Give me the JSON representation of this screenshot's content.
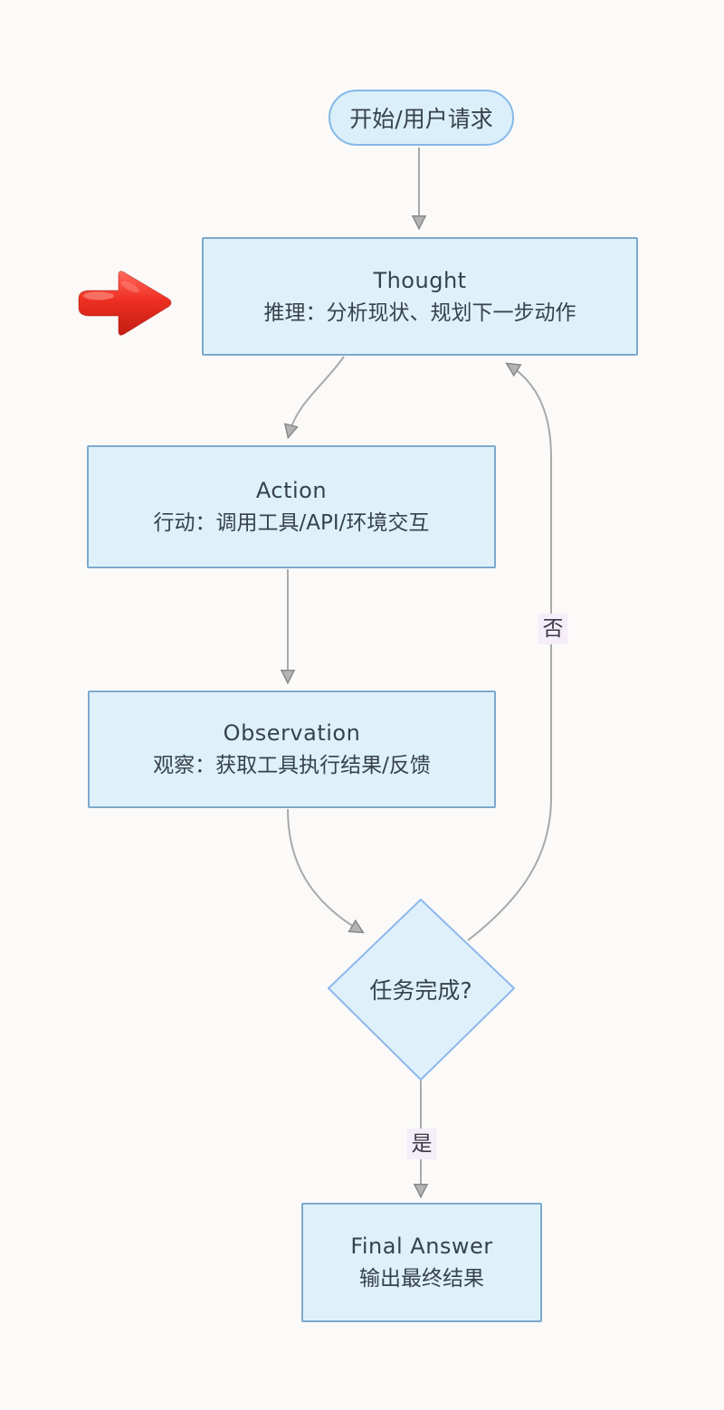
{
  "page": {
    "background": "#fbfaf8",
    "description": "ReAct agent loop flowchart"
  },
  "palette": {
    "node_fill": "#def1fb",
    "pill_fill": "#dbeffa",
    "rect_border": "#7da9cd",
    "pill_border": "#85b9e7",
    "diamond_border": "#8fb7ec",
    "connector": "#a9a9a9",
    "arrowhead_fill": "#b3b3b3",
    "arrowhead_stroke": "#878787",
    "text": "#37424a",
    "edge_label_bg": "#f5edf9",
    "red_arrow": "#ec2e22"
  },
  "nodes": {
    "start": {
      "label": "开始/用户请求"
    },
    "thought": {
      "title": "Thought",
      "subtitle": "推理：分析现状、规划下一步动作"
    },
    "action": {
      "title": "Action",
      "subtitle": "行动：调用工具/API/环境交互"
    },
    "observation": {
      "title": "Observation",
      "subtitle": "观察：获取工具执行结果/反馈"
    },
    "decision": {
      "label": "任务完成?"
    },
    "final": {
      "title": "Final Answer",
      "subtitle": "输出最终结果"
    }
  },
  "edges": {
    "yes_label": "是",
    "no_label": "否"
  },
  "icons": {
    "red_arrow": "red-3d-arrow-right"
  }
}
